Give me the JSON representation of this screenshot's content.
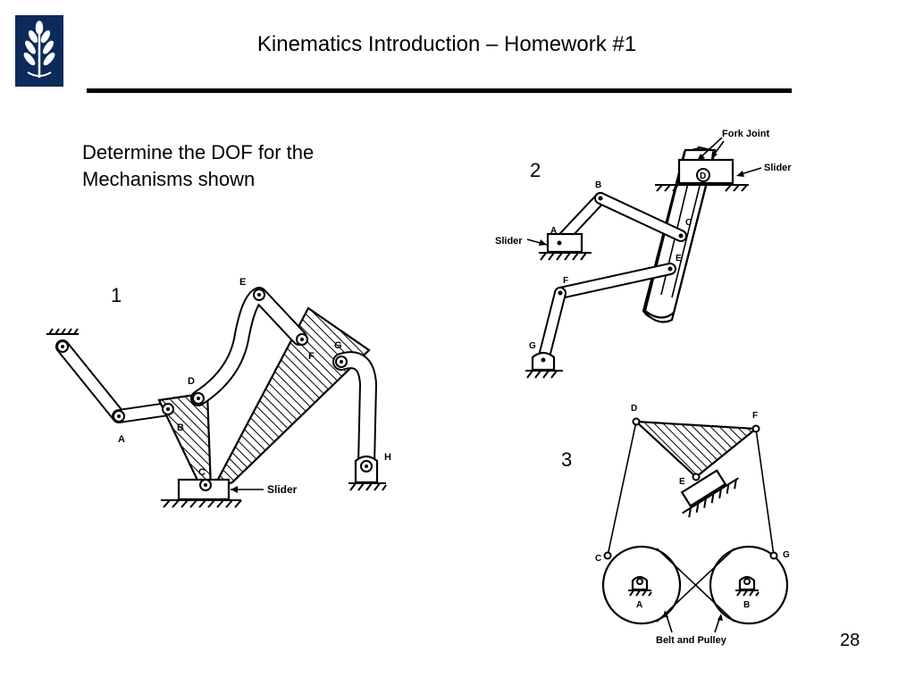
{
  "header": {
    "title": "Kinematics Introduction – Homework #1",
    "logo_icon": "oak-leaf-logo-icon",
    "logo_bg": "#0c2a5a"
  },
  "prompt": {
    "line1": "Determine the DOF for the",
    "line2": "Mechanisms shown"
  },
  "figures": {
    "fig1": {
      "number": "1",
      "labels": {
        "A": "A",
        "B": "B",
        "C": "C",
        "D": "D",
        "E": "E",
        "F": "F",
        "G": "G",
        "H": "H",
        "slider": "Slider"
      }
    },
    "fig2": {
      "number": "2",
      "labels": {
        "A": "A",
        "B": "B",
        "C": "C",
        "D": "D",
        "E": "E",
        "F": "F",
        "G": "G",
        "slider_left": "Slider",
        "slider_right": "Slider",
        "fork_joint": "Fork Joint"
      }
    },
    "fig3": {
      "number": "3",
      "labels": {
        "A": "A",
        "B": "B",
        "C": "C",
        "D": "D",
        "E": "E",
        "F": "F",
        "G": "G",
        "belt": "Belt and Pulley"
      }
    }
  },
  "footer": {
    "page_number": "28"
  }
}
